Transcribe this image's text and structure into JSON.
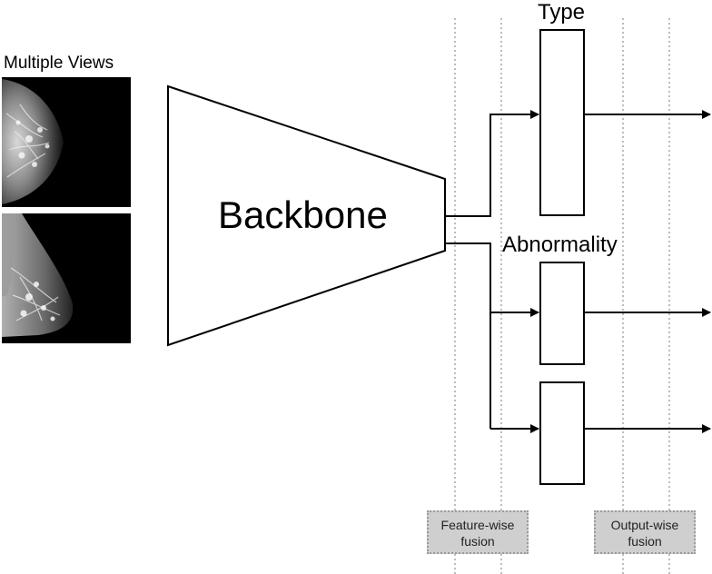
{
  "input": {
    "title": "Multiple Views",
    "view_count": 2
  },
  "backbone": {
    "label": "Backbone"
  },
  "heads": {
    "type_label": "Type",
    "abnormality_label": "Abnormality"
  },
  "fusion": {
    "feature": {
      "line1": "Feature-wise",
      "line2": "fusion"
    },
    "output": {
      "line1": "Output-wise",
      "line2": "fusion"
    }
  },
  "colors": {
    "stroke": "#000000",
    "fusion_box_fill": "#cfcfcf",
    "fusion_box_border": "#9a9a9a",
    "dotted_guide": "#999999"
  }
}
